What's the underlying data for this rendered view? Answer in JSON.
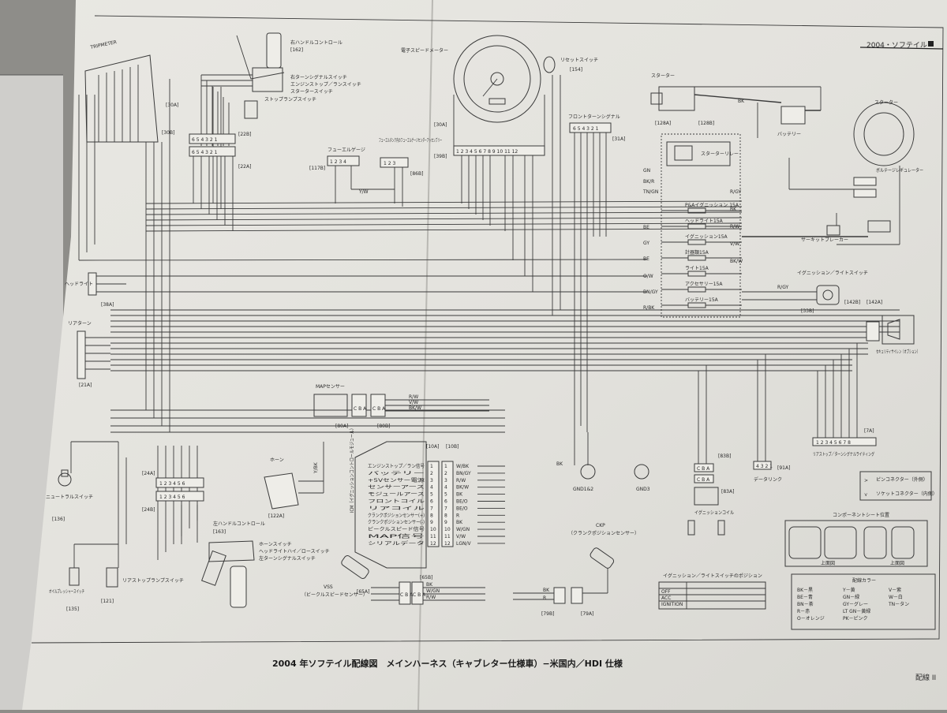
{
  "header": {
    "model_tag": "2004・ソフテイル",
    "caption": "2004 年ソフテイル配線図　メインハーネス（キャブレター仕様車）−米国内／HDI 仕様",
    "page_corner": "配線 II"
  },
  "components": {
    "right_handlebar": "右ハンドルコントロール",
    "right_handlebar_ref": "[162]",
    "right_turn_switch": "右ターンシグナルスイッチ",
    "engine_stop_switch": "エンジンストップ／ランスイッチ",
    "starter_switch": "スタータースイッチ",
    "stoplamp_switch": "ストップランプスイッチ",
    "tripmeter": "TRIPMETER",
    "speedometer": "電子スピードメーター",
    "reset_switch": "リセットスイッチ",
    "reset_switch_ref": "[154]",
    "front_turn": "フロントターンシグナル",
    "fuel_gauge": "フューエルゲージ",
    "fuel_sender": "フューエルタンク内のフューエルゲージセンダーアッセンブリー",
    "starter": "スターター",
    "starter_relay": "スターターリレー",
    "battery": "バッテリー",
    "voltage_regulator": "ボルテージレギュレーター",
    "circuit_breaker": "サーキットブレーカー",
    "ignition_light_switch": "イグニッション／ライトスイッチ",
    "siren": "セキュリティサイレン（オプション）",
    "map_sensor": "MAPセンサー",
    "icm": "ICM（イグニッションコントロールモジュール）",
    "horn": "ホーン",
    "horn_ref": "[122A]",
    "left_handlebar": "左ハンドルコントロール",
    "left_handlebar_ref": "[163]",
    "horn_switch": "ホーンスイッチ",
    "headlight_switch": "ヘッドライトハイ／ロースイッチ",
    "left_turn_switch": "左ターンシグナルスイッチ",
    "neutral_switch": "ニュートラルスイッチ",
    "oil_pressure_switch": "オイルプレッシャースイッチ",
    "rear_stoplamp_switch": "リアストップランプスイッチ",
    "vss": "VSS",
    "vss_desc": "（ビークルスピードセンサー）",
    "ckp": "CKP",
    "ckp_desc": "（クランクポジションセンサー）",
    "ignition_coil": "イグニッションコイル",
    "gnd1": "GND1&2",
    "gnd3": "GND3",
    "data_link": "データリンク",
    "rear_turn": "リアストップ／ターンシグナルライティング"
  },
  "fuse_labels": [
    "P&Aイグニッション 15A",
    "ヘッドライト15A",
    "イグニッション15A",
    "計器類15A",
    "ライト15A",
    "アクセサリー15A",
    "バッテリー15A"
  ],
  "icm_pins": {
    "left": [
      "エンジンストップ／ラン信号",
      "バッテリー",
      "+5Vセンサー電源",
      "センサーアース",
      "モジュールアース",
      "フロントコイル",
      "リアコイル",
      "クランクポジションセンサー(+)",
      "クランクポジションセンサー(-)",
      "ビークルスピード信号",
      "MAP信号",
      "シリアルデータ"
    ],
    "numbers": [
      "1",
      "2",
      "3",
      "4",
      "5",
      "6",
      "7",
      "8",
      "9",
      "10",
      "11",
      "12"
    ],
    "right": [
      "W/BK",
      "BN/GY",
      "R/W",
      "BK/W",
      "BK",
      "BE/O",
      "BE/O",
      "R",
      "BK",
      "W/GN",
      "V/W",
      "LGN/V"
    ]
  },
  "wire_colors": [
    "GN",
    "BK/R",
    "TN/GN",
    "BE",
    "GY",
    "BE",
    "O/W",
    "BN/GY",
    "R/BK",
    "R/GY",
    "BK",
    "R/W",
    "V/W",
    "BK/W"
  ],
  "refs": [
    "[10A]",
    "[10B]",
    "[22A]",
    "[22B]",
    "[24A]",
    "[24B]",
    "[30A]",
    "[30B]",
    "[39A]",
    "[39B]",
    "[65A]",
    "[65B]",
    "[79A]",
    "[79B]",
    "[80A]",
    "[80B]",
    "[83A]",
    "[83B]",
    "[91A]",
    "[117B]",
    "[86B]",
    "[128A]",
    "[128B]",
    "[7A]"
  ],
  "legend": {
    "pin_connector": "ピンコネクター（外側）",
    "socket_connector": "ソケットコネクター（内側）",
    "component_sheet": "コンポーネントシート位置",
    "top_view": "上面図",
    "switch_table_title": "イグニッション／ライトスイッチのポジション",
    "switch_rows": [
      "OFF",
      "ACC",
      "IGNITION"
    ],
    "color_table_title": "配線カラー",
    "color_codes": [
      "BK－黒",
      "BE－青",
      "BN－茶",
      "R－赤",
      "O－オレンジ",
      "Y－黄",
      "GN－緑",
      "GY－グレー",
      "LT GN－黄緑",
      "PK－ピンク",
      "V－紫",
      "W－白",
      "TN－タン"
    ]
  }
}
